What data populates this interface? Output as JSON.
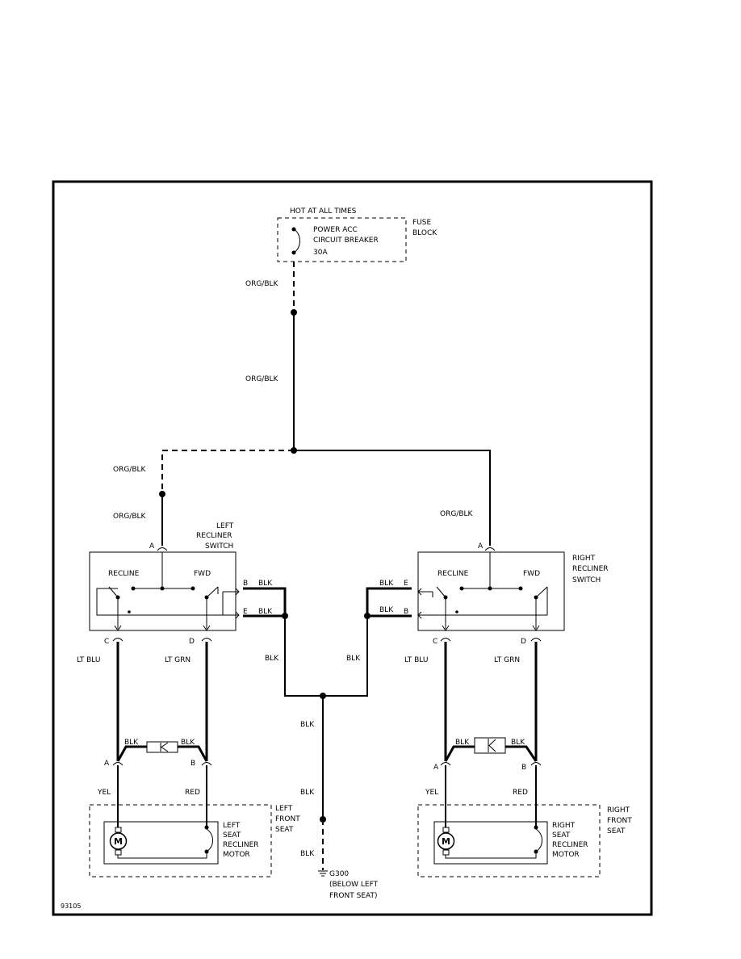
{
  "fuse": {
    "hot": "HOT AT ALL TIMES",
    "block_1": "FUSE",
    "block_2": "BLOCK",
    "cb_1": "POWER ACC",
    "cb_2": "CIRCUIT BREAKER",
    "cb_3": "30A"
  },
  "wires": {
    "org_blk": "ORG/BLK",
    "blk": "BLK",
    "lt_blu": "LT BLU",
    "lt_grn": "LT GRN",
    "yel": "YEL",
    "red": "RED"
  },
  "left_switch": {
    "name_1": "LEFT",
    "name_2": "RECLINER",
    "name_3": "SWITCH",
    "recline": "RECLINE",
    "fwd": "FWD"
  },
  "right_switch": {
    "name_1": "RIGHT",
    "name_2": "RECLINER",
    "name_3": "SWITCH",
    "recline": "RECLINE",
    "fwd": "FWD"
  },
  "pins": {
    "a": "A",
    "b": "B",
    "c": "C",
    "d": "D",
    "e": "E"
  },
  "left_seat": {
    "area_1": "LEFT",
    "area_2": "FRONT",
    "area_3": "SEAT",
    "motor_1": "LEFT",
    "motor_2": "SEAT",
    "motor_3": "RECLINER",
    "motor_4": "MOTOR"
  },
  "right_seat": {
    "area_1": "RIGHT",
    "area_2": "FRONT",
    "area_3": "SEAT",
    "motor_1": "RIGHT",
    "motor_2": "SEAT",
    "motor_3": "RECLINER",
    "motor_4": "MOTOR"
  },
  "motor_symbol": "M",
  "ground": {
    "id": "G300",
    "loc_1": "(BELOW LEFT",
    "loc_2": "FRONT SEAT)"
  },
  "figure_id": "93105"
}
